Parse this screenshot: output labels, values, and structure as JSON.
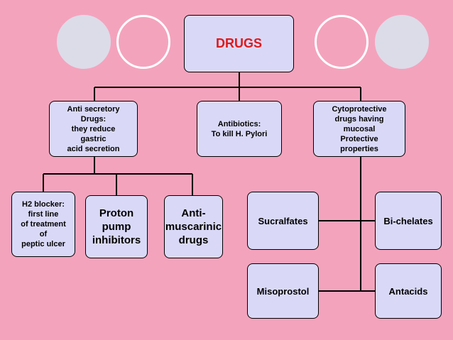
{
  "diagram": {
    "root": "DRUGS",
    "level1": {
      "anti_secretory": "Anti secretory\nDrugs:\nthey reduce\ngastric\nacid secretion",
      "antibiotics": "Antibiotics:\nTo kill H. Pylori",
      "cytoprotective": "Cytoprotective\ndrugs having\nmucosal\nProtective\nproperties"
    },
    "anti_secretory_children": {
      "h2_blocker": "H2 blocker:\nfirst line\nof treatment\nof\npeptic ulcer",
      "ppi": "Proton\npump\ninhibitors",
      "antimuscarinic": "Anti-\nmuscarinic\ndrugs"
    },
    "cytoprotective_children": {
      "sucralfates": "Sucralfates",
      "bi_chelates": "Bi-chelates",
      "misoprostol": "Misoprostol",
      "antacids": "Antacids"
    },
    "colors": {
      "background": "#f4a3bd",
      "box_fill": "#d9d9f7",
      "title_text": "#e0191a",
      "circle_fill": "#dcdce8",
      "circle_outline": "#ffffff"
    }
  }
}
